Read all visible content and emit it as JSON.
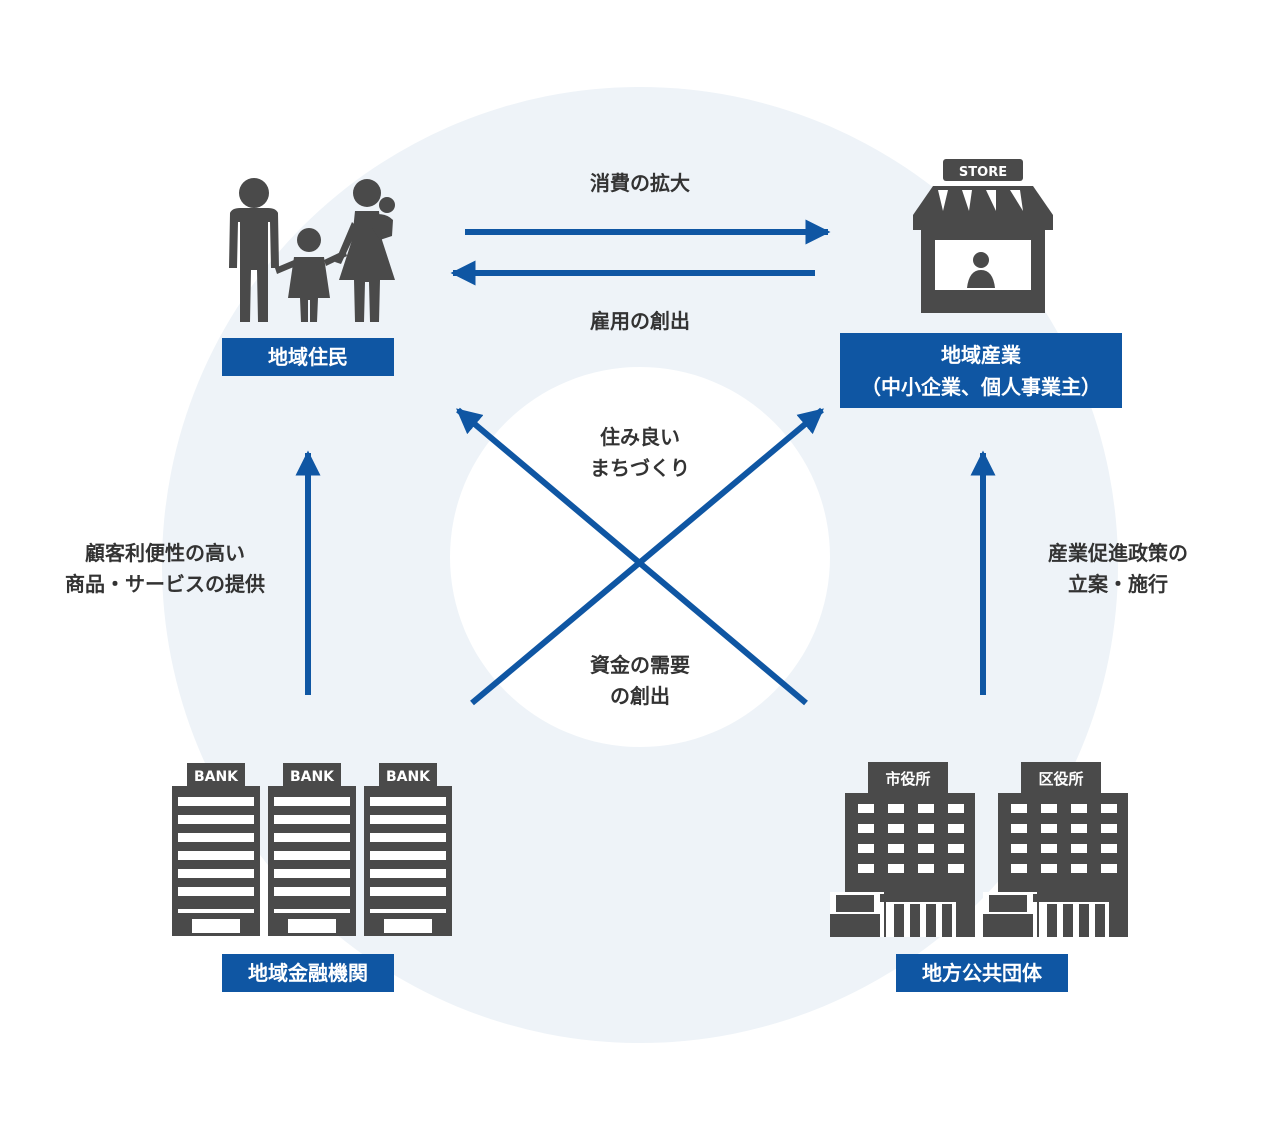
{
  "colors": {
    "circle_outer": "#eef3f8",
    "circle_inner": "#ffffff",
    "arrow": "#0f56a3",
    "icon": "#4a4a4a",
    "box_bg": "#0f56a3",
    "box_text": "#ffffff",
    "text": "#333333"
  },
  "nodes": {
    "residents": {
      "label": "地域住民",
      "icon": "family-icon"
    },
    "industry": {
      "line1": "地域産業",
      "line2": "（中小企業、個人事業主）",
      "icon": "store-icon",
      "sign": "STORE"
    },
    "bank": {
      "label": "地域金融機関",
      "icon": "bank-buildings-icon",
      "sign": "BANK"
    },
    "government": {
      "label": "地方公共団体",
      "icon": "city-hall-icon",
      "sign1": "市役所",
      "sign2": "区役所"
    }
  },
  "edges": {
    "consumption": "消費の拡大",
    "employment": "雇用の創出",
    "town_line1": "住み良い",
    "town_line2": "まちづくり",
    "funds_line1": "資金の需要",
    "funds_line2": "の創出",
    "bank_service_line1": "顧客利便性の高い",
    "bank_service_line2": "商品・サービスの提供",
    "policy_line1": "産業促進政策の",
    "policy_line2": "立案・施行"
  }
}
